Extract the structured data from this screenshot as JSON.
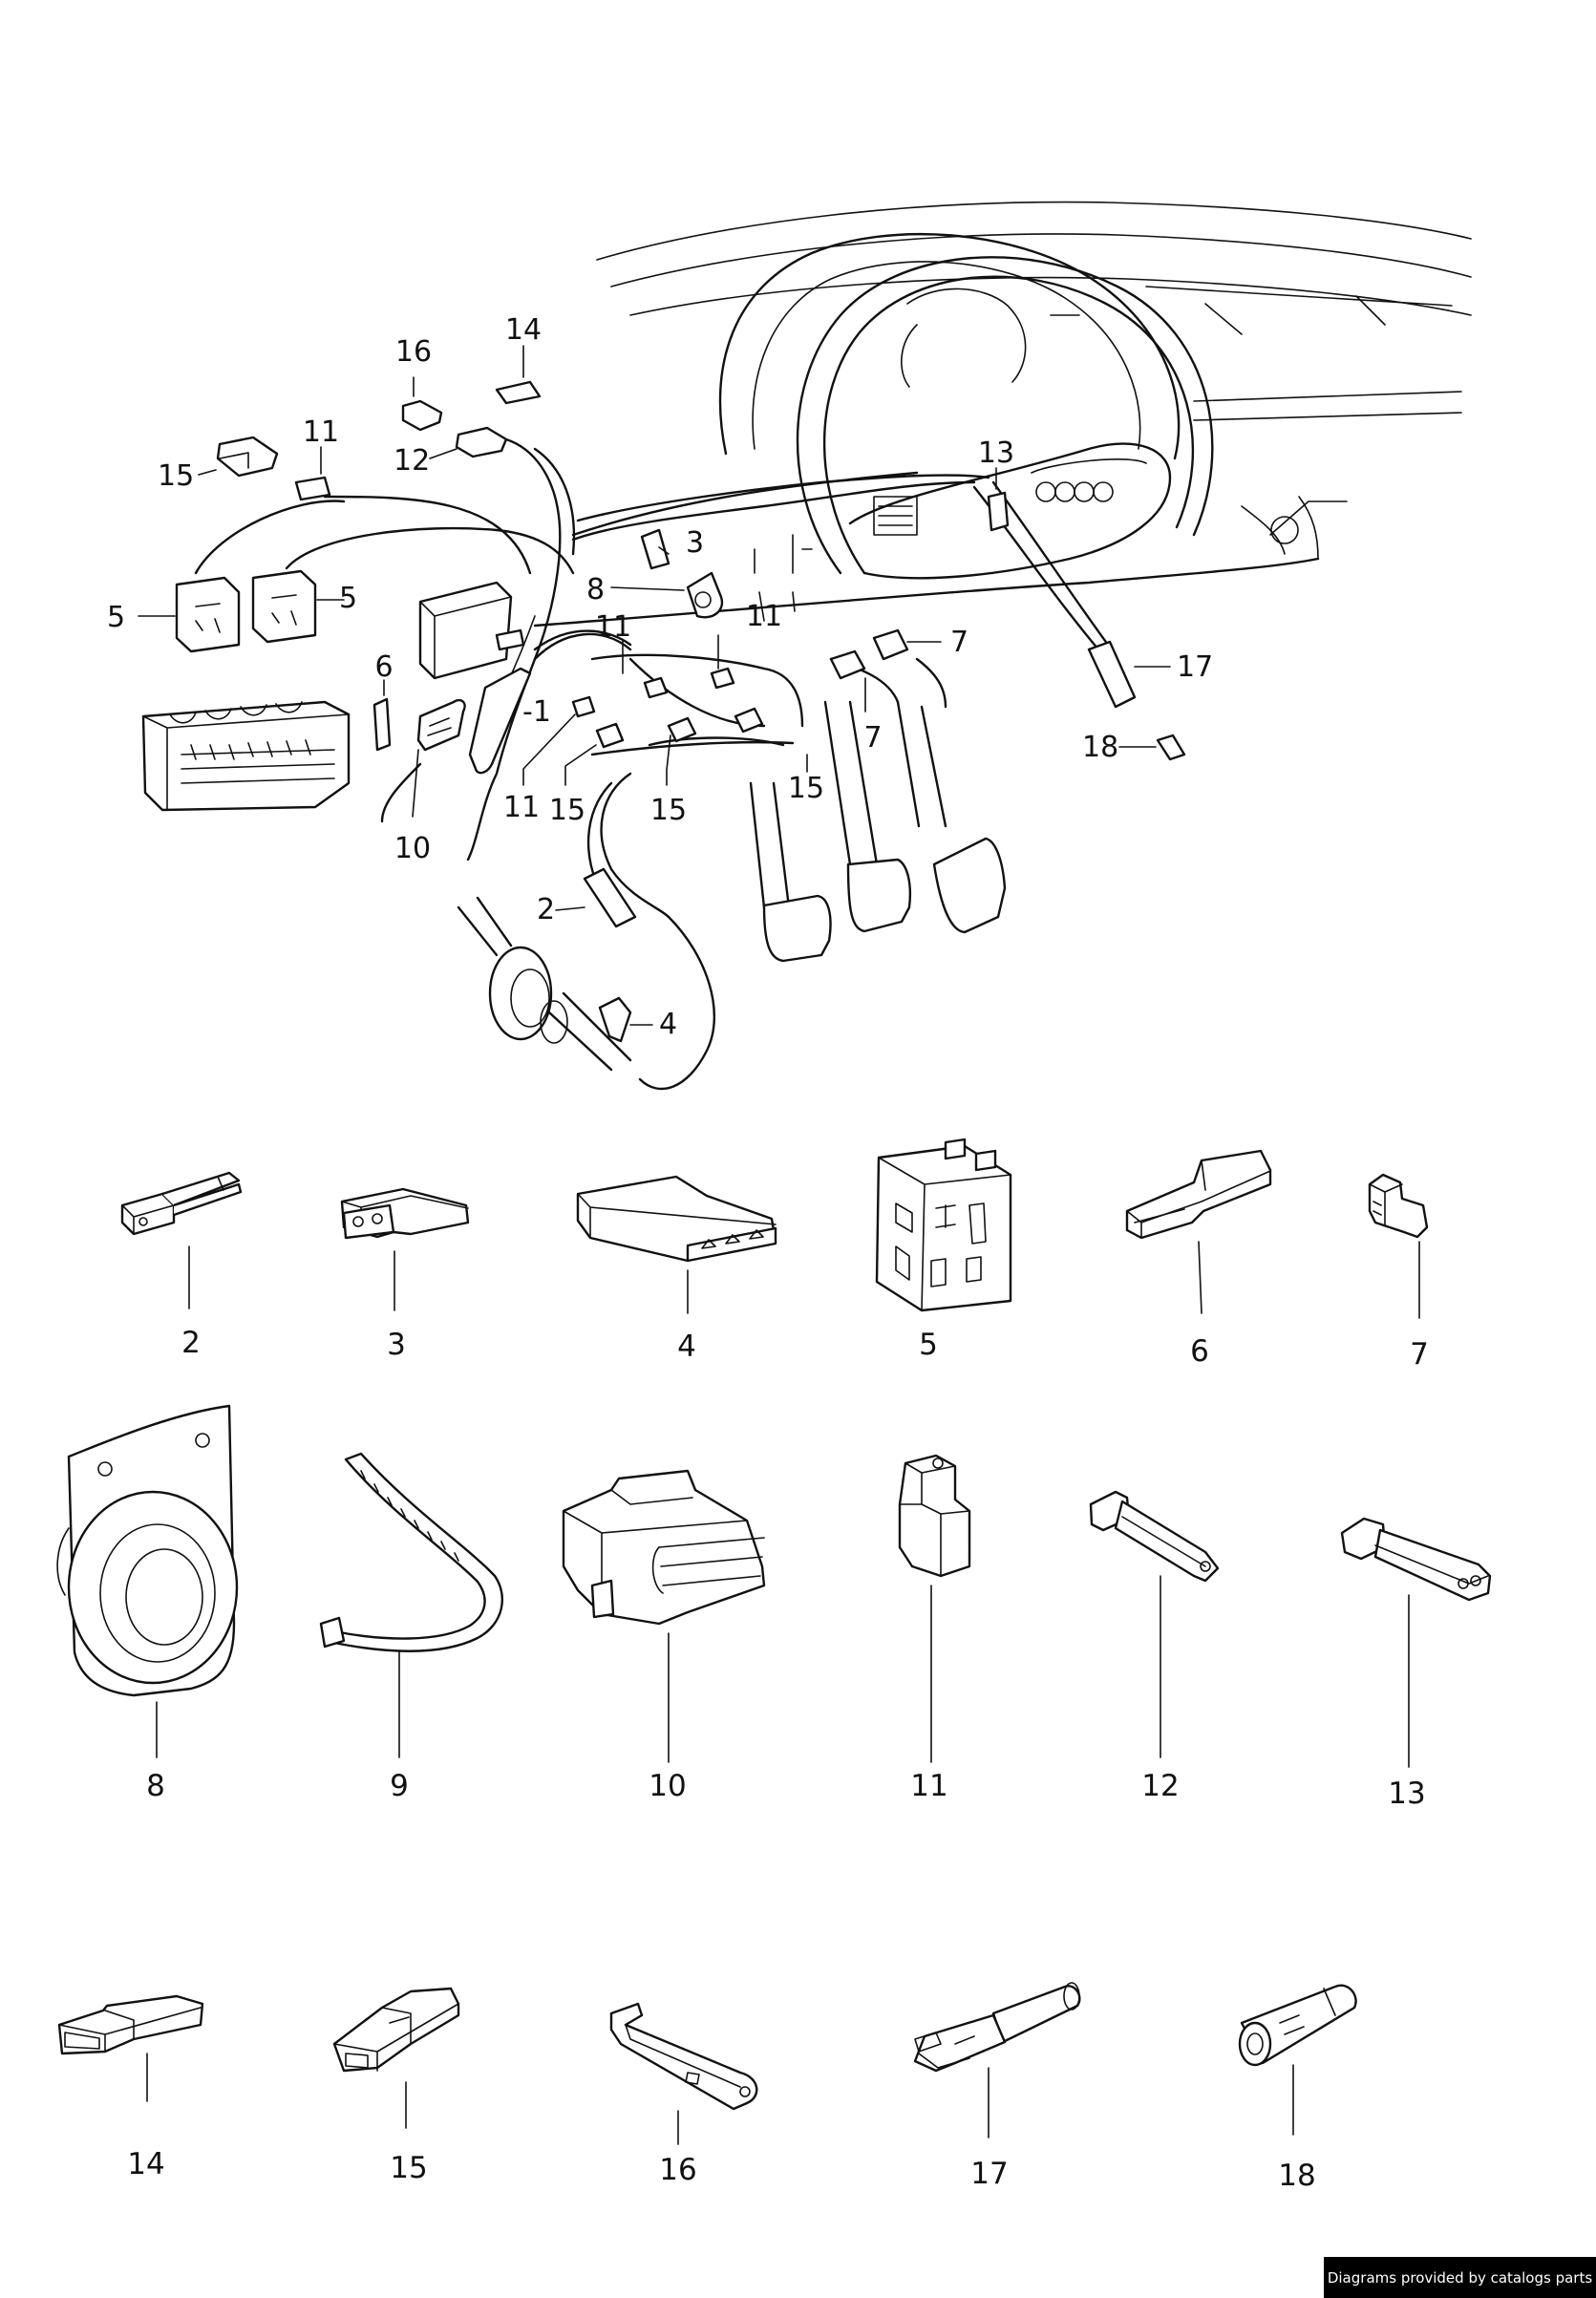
{
  "overview_callouts": {
    "c16": "16",
    "c14": "14",
    "c11a": "11",
    "c15a": "15",
    "c12": "12",
    "c13": "13",
    "c3": "3",
    "c8": "8",
    "c11b": "11",
    "c11c": "11",
    "c7a": "7",
    "c5a": "5",
    "c5b": "5",
    "c6": "6",
    "c1": "-1",
    "c17": "17",
    "c7b": "7",
    "c18": "18",
    "c11d": "11",
    "c15b": "15",
    "c15c": "15",
    "c15d": "15",
    "c10": "10",
    "c2": "2",
    "c4": "4"
  },
  "parts": [
    {
      "number": "2"
    },
    {
      "number": "3"
    },
    {
      "number": "4"
    },
    {
      "number": "5"
    },
    {
      "number": "6"
    },
    {
      "number": "7"
    },
    {
      "number": "8"
    },
    {
      "number": "9"
    },
    {
      "number": "10"
    },
    {
      "number": "11"
    },
    {
      "number": "12"
    },
    {
      "number": "13"
    },
    {
      "number": "14"
    },
    {
      "number": "15"
    },
    {
      "number": "16"
    },
    {
      "number": "17"
    },
    {
      "number": "18"
    }
  ],
  "footer": {
    "credit": "Diagrams provided by catalogs parts"
  }
}
